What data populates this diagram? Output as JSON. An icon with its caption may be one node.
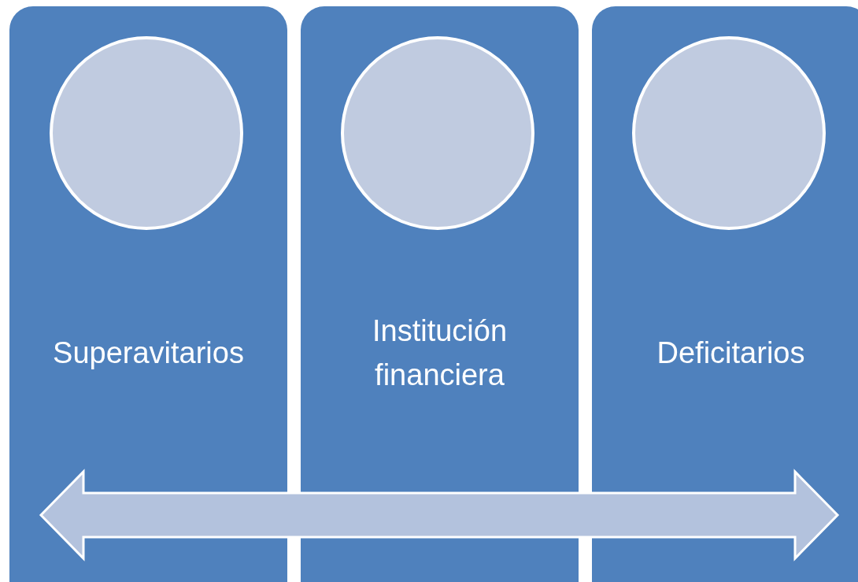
{
  "diagram": {
    "nodes": [
      {
        "text": [
          "Superavitarios"
        ]
      },
      {
        "text": [],
        "shape": "circle",
        "in": 0
      },
      {
        "text": [
          "Institución financiera"
        ]
      },
      {
        "text": [],
        "shape": "circle",
        "in": 2
      },
      {
        "text": [
          "Deficitarios"
        ]
      },
      {
        "text": [],
        "shape": "circle",
        "in": 4
      }
    ]
  }
}
